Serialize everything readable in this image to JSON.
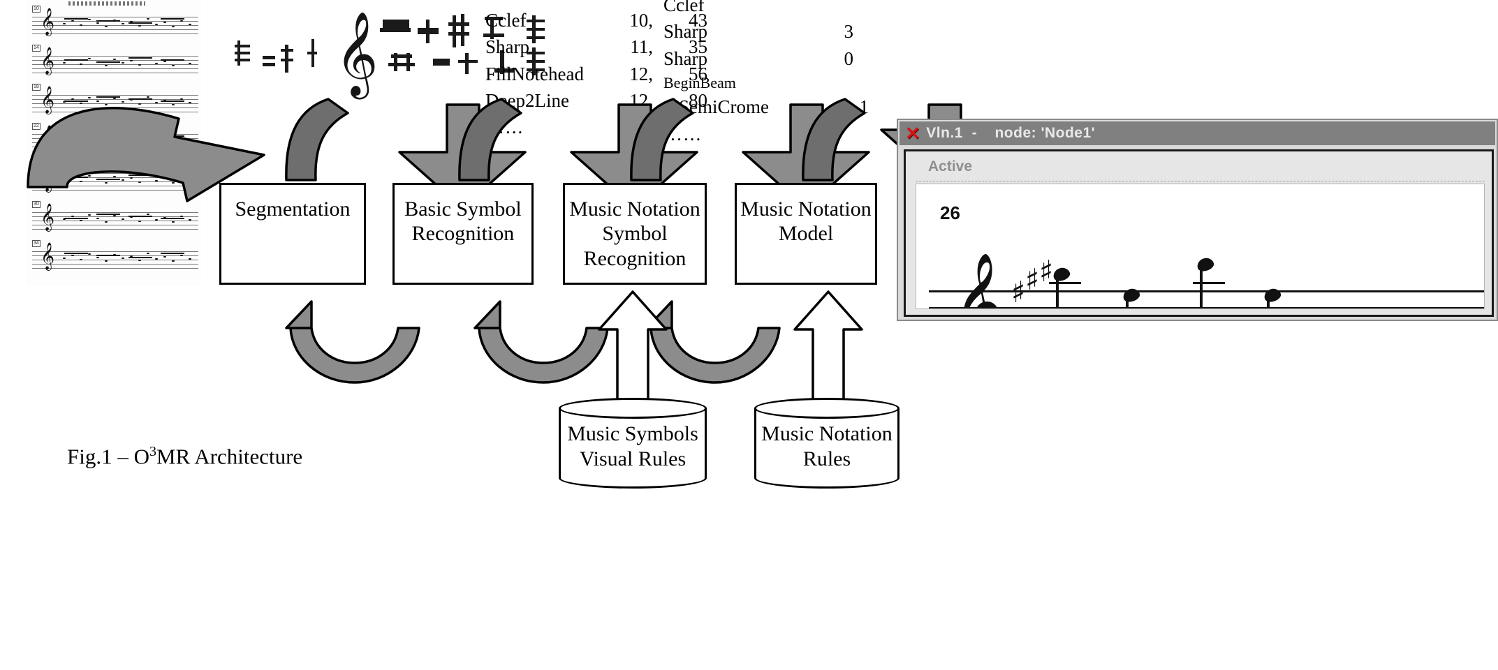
{
  "figure": {
    "caption_prefix": "Fig.1 – O",
    "caption_sup": "3",
    "caption_suffix": "MR Architecture"
  },
  "inputs": {
    "score_scan_label": "scanned-music-score",
    "symbol_blobs_label": "segmented-symbol-primitives"
  },
  "basic_symbol_list": {
    "rows": [
      {
        "name": "Cclef",
        "c1": "10,",
        "c2": "43"
      },
      {
        "name": "Sharp",
        "c1": "11,",
        "c2": "35"
      },
      {
        "name": "FillNotehead",
        "c1": "12,",
        "c2": "56"
      },
      {
        "name": "Deep2Line",
        "c1": "12,",
        "c2": "80"
      }
    ],
    "ellipsis": "…..."
  },
  "notation_symbol_list": {
    "rows": [
      {
        "name": "Cclef",
        "c1": "",
        "small": false,
        "indent": false
      },
      {
        "name": "Sharp",
        "c1": "3",
        "small": false,
        "indent": false
      },
      {
        "name": "Sharp",
        "c1": "0",
        "small": false,
        "indent": false
      },
      {
        "name": "BeginBeam",
        "c1": "",
        "small": true,
        "indent": false
      },
      {
        "name": "SemiCrome",
        "c1": "-1",
        "small": false,
        "indent": true
      }
    ],
    "ellipsis": "…..."
  },
  "process_boxes": [
    {
      "id": "segmentation",
      "lines": [
        "Segmentation"
      ]
    },
    {
      "id": "basic-symbol",
      "lines": [
        "Basic Symbol",
        "Recognition"
      ]
    },
    {
      "id": "notation-symbol",
      "lines": [
        "Music Notation",
        "Symbol",
        "Recognition"
      ]
    },
    {
      "id": "notation-model",
      "lines": [
        "Music Notation",
        "Model"
      ]
    }
  ],
  "knowledge_bases": [
    {
      "id": "visual-rules",
      "lines": [
        "Music Symbols",
        "Visual Rules"
      ]
    },
    {
      "id": "notation-rules",
      "lines": [
        "Music Notation",
        "Rules"
      ]
    }
  ],
  "app_window": {
    "close_icon": "✕",
    "title": "Vln.1  -    node: 'Node1'",
    "tab_label": "Active",
    "measure_number": "26",
    "clef": "𝄞",
    "accidental": "♯",
    "accidental_count": 3
  },
  "colors": {
    "arrow_fill_light": "#8c8c8c",
    "arrow_fill_dark": "#6e6e6e",
    "arrow_stroke": "#000000",
    "hollow_arrow_fill": "#ffffff",
    "box_border": "#000000",
    "titlebar_bg": "#808080",
    "close_icon_color": "#d41414",
    "window_bg": "#dadada",
    "panel_bg": "#e6e6e6"
  }
}
